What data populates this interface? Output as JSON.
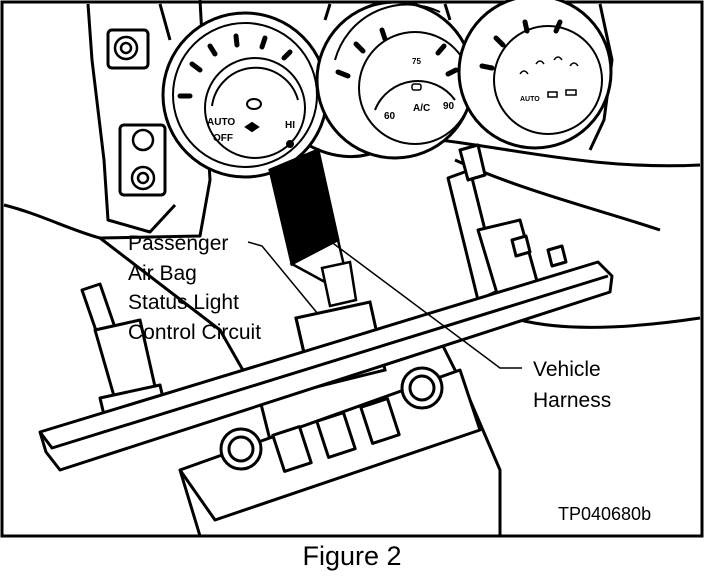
{
  "figure": {
    "caption": "Figure 2",
    "reference_code": "TP040680b",
    "callouts": {
      "passenger_airbag": [
        "Passenger",
        "Air Bag",
        "Status Light",
        "Control Circuit"
      ],
      "vehicle_harness": [
        "Vehicle",
        "Harness"
      ]
    },
    "dials": {
      "fan_dial": {
        "auto": "AUTO",
        "off": "OFF",
        "hi": "HI"
      },
      "temp_dial": {
        "low": "60",
        "mid": "A/C",
        "high": "90",
        "top": "75"
      },
      "mode_dial": {
        "auto": "AUTO"
      }
    }
  },
  "colors": {
    "ink": "#000000",
    "paper": "#ffffff",
    "tone": "#f5f5f5"
  }
}
